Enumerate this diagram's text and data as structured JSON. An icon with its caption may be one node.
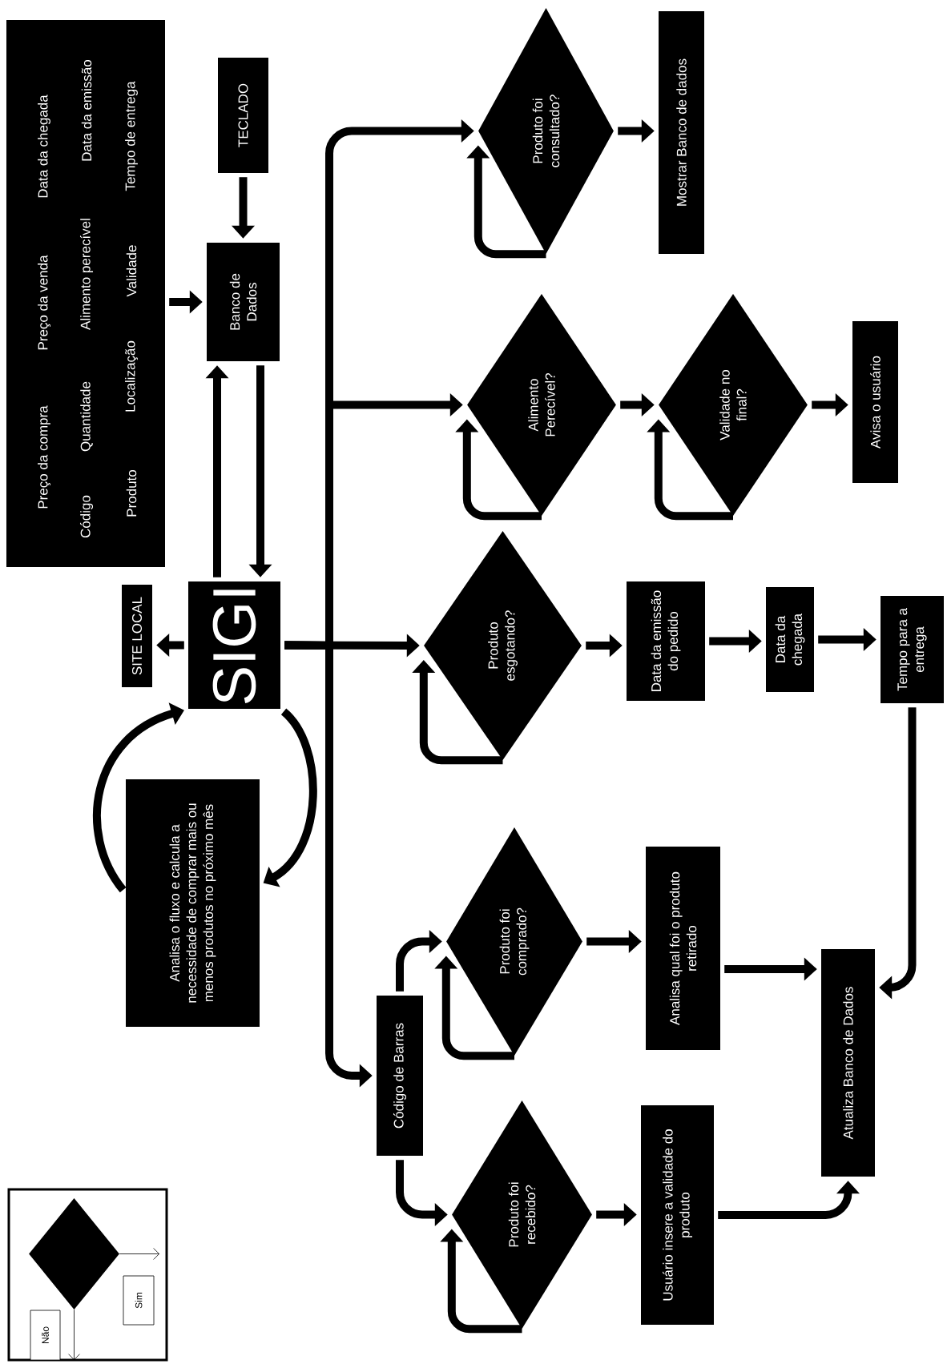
{
  "diagram": {
    "nodes": [
      {
        "text": [
          "Preço da compra",
          "Preço da venda",
          "Data da chegada",
          "Código",
          "Quantidade",
          "Alimento perecível",
          "Data da emissão",
          "Produto",
          "Localização",
          "Validade",
          "Tempo de entrega"
        ]
      },
      {
        "text": [
          "TECLADO"
        ]
      },
      {
        "text": [
          "Banco de Dados"
        ]
      },
      {
        "text": [
          "SIGI"
        ]
      },
      {
        "text": [
          "SITE LOCAL"
        ]
      },
      {
        "text": [
          "Analisa o fluxo e calcula a necessidade de comprar mais ou menos produtos no próximo mês"
        ]
      },
      {
        "text": [
          "Código de Barras"
        ]
      },
      {
        "text": [
          "Produto foi comprado?"
        ]
      },
      {
        "text": [
          "Produto foi recebido?"
        ]
      },
      {
        "text": [
          "Analisa qual foi o produto retirado"
        ]
      },
      {
        "text": [
          "Usuário insere a validade do produto"
        ]
      },
      {
        "text": [
          "Atualiza Banco de Dados"
        ]
      },
      {
        "text": [
          "Produto esgotando?"
        ]
      },
      {
        "text": [
          "Data da emissão do pedido"
        ]
      },
      {
        "text": [
          "Data da chegada"
        ]
      },
      {
        "text": [
          "Tempo para a entrega"
        ]
      },
      {
        "text": [
          "Alimento Perecível?"
        ]
      },
      {
        "text": [
          "Validade no final?"
        ]
      },
      {
        "text": [
          "Avisa o usuário"
        ]
      },
      {
        "text": [
          "Produto foi consultado?"
        ]
      },
      {
        "text": [
          "Mostrar Banco de dados"
        ]
      },
      {
        "text": [],
        "shape": "box"
      },
      {
        "text": [],
        "shape": "diamond",
        "in": 21
      },
      {
        "text": [
          "Não"
        ],
        "in": 21
      },
      {
        "text": [
          "Sim"
        ],
        "in": 21
      }
    ],
    "edges": [
      {
        "from": 0,
        "to": 2,
        "arrow": "to"
      },
      {
        "from": 1,
        "to": 2,
        "arrow": "to"
      },
      {
        "from": 3,
        "to": 2,
        "arrow": "to"
      },
      {
        "from": 2,
        "to": 3,
        "arrow": "to"
      },
      {
        "from": 3,
        "to": 4,
        "arrow": "to"
      },
      {
        "from": 3,
        "to": 5,
        "arrow": "to"
      },
      {
        "from": 5,
        "to": 3,
        "arrow": "to"
      },
      {
        "from": 3,
        "to": 19,
        "arrow": "to"
      },
      {
        "from": 3,
        "to": 16,
        "arrow": "to"
      },
      {
        "from": 3,
        "to": 12,
        "arrow": "to"
      },
      {
        "from": 3,
        "to": 6,
        "arrow": "to"
      },
      {
        "from": 19,
        "to": 19,
        "arrow": "to"
      },
      {
        "from": 19,
        "to": 20,
        "arrow": "to"
      },
      {
        "from": 16,
        "to": 16,
        "arrow": "to"
      },
      {
        "from": 16,
        "to": 17,
        "arrow": "to"
      },
      {
        "from": 17,
        "to": 17,
        "arrow": "to"
      },
      {
        "from": 17,
        "to": 18,
        "arrow": "to"
      },
      {
        "from": 12,
        "to": 12,
        "arrow": "to"
      },
      {
        "from": 12,
        "to": 13,
        "arrow": "to"
      },
      {
        "from": 13,
        "to": 14,
        "arrow": "to"
      },
      {
        "from": 14,
        "to": 15,
        "arrow": "to"
      },
      {
        "from": 15,
        "to": 11,
        "arrow": "to"
      },
      {
        "from": 6,
        "to": 7,
        "arrow": "to"
      },
      {
        "from": 6,
        "to": 8,
        "arrow": "to"
      },
      {
        "from": 7,
        "to": 7,
        "arrow": "to"
      },
      {
        "from": 8,
        "to": 8,
        "arrow": "to"
      },
      {
        "from": 7,
        "to": 9,
        "arrow": "to"
      },
      {
        "from": 8,
        "to": 10,
        "arrow": "to"
      },
      {
        "from": 9,
        "to": 11,
        "arrow": "to"
      },
      {
        "from": 10,
        "to": 11,
        "arrow": "to"
      },
      {
        "from": 22,
        "to": null,
        "arrow": "to"
      },
      {
        "from": 22,
        "to": null,
        "arrow": "to"
      }
    ]
  }
}
